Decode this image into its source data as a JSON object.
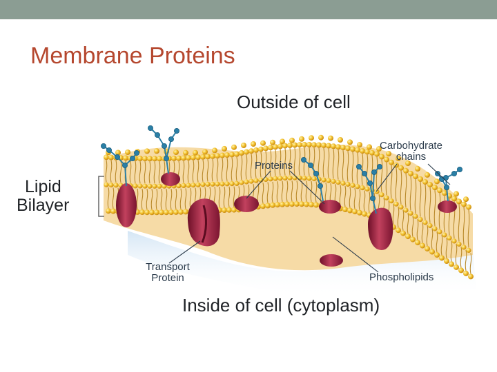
{
  "slide": {
    "title": "Membrane Proteins"
  },
  "diagram": {
    "labels": {
      "outside": "Outside of cell",
      "inside": "Inside of cell (cytoplasm)",
      "lipid_line1": "Lipid",
      "lipid_line2": "Bilayer",
      "proteins": "Proteins",
      "carb_line1": "Carbohydrate",
      "carb_line2": "chains",
      "transport_line1": "Transport",
      "transport_line2": "Protein",
      "phospholipids": "Phospholipids"
    },
    "colors": {
      "topbar": "#8b9d93",
      "title": "#b5472e",
      "lipid_head": "#f2c12e",
      "tail": "#b9892a",
      "protein": "#9b1b3a",
      "carbohydrate": "#2a7fa6",
      "membrane_core": "#f6dba6"
    }
  }
}
